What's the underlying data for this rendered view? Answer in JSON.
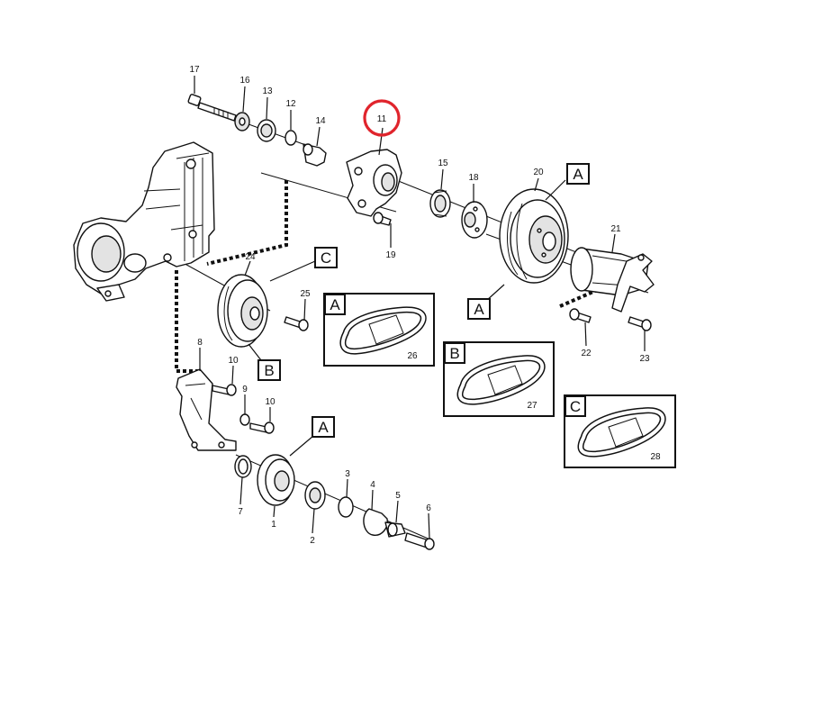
{
  "colors": {
    "highlight": "#e0242c",
    "ink": "#111111",
    "panel": "#ffffff"
  },
  "parts": {
    "p1": "1",
    "p2": "2",
    "p3": "3",
    "p4": "4",
    "p5": "5",
    "p6": "6",
    "p7": "7",
    "p8": "8",
    "p9": "9",
    "p10a": "10",
    "p10b": "10",
    "p11": "11",
    "p12": "12",
    "p13": "13",
    "p14": "14",
    "p15": "15",
    "p16": "16",
    "p17": "17",
    "p18": "18",
    "p19": "19",
    "p20": "20",
    "p21": "21",
    "p22": "22",
    "p23": "23",
    "p24": "24",
    "p25": "25",
    "p26": "26",
    "p27": "27",
    "p28": "28"
  },
  "callouts": {
    "a_top": "A",
    "a_mid": "A",
    "a_bottom": "A",
    "b_pulley": "B",
    "c_pulley": "C"
  },
  "belt_boxes": {
    "a": {
      "letter": "A",
      "part": "26"
    },
    "b": {
      "letter": "B",
      "part": "27"
    },
    "c": {
      "letter": "C",
      "part": "28"
    }
  },
  "highlighted_part": "11"
}
